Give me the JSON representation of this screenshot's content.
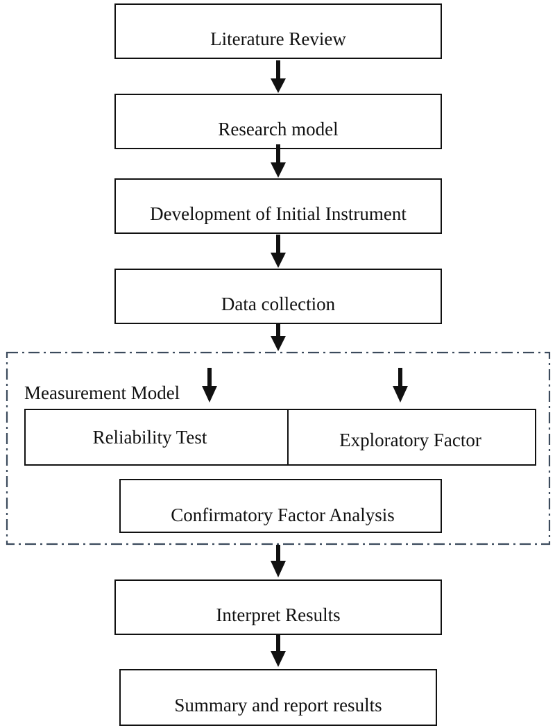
{
  "steps": {
    "literature_review": "Literature Review",
    "research_model": "Research model",
    "development": "Development of Initial Instrument",
    "data_collection": "Data collection",
    "interpret_results": "Interpret Results",
    "summary": "Summary and report results"
  },
  "measurement_model": {
    "label": "Measurement Model",
    "reliability_test": "Reliability Test",
    "exploratory_factor": "Exploratory Factor",
    "confirmatory_factor": "Confirmatory Factor Analysis"
  },
  "colors": {
    "box_border": "#111111",
    "dashed_frame": "#3b4a5c"
  }
}
